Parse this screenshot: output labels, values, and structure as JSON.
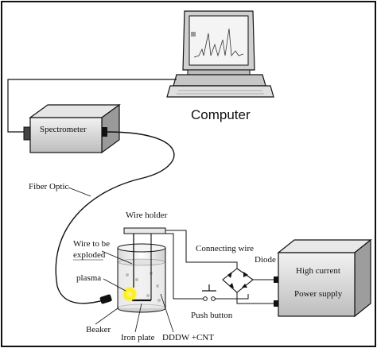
{
  "labels": {
    "computer": "Computer",
    "spectrometer": "Spectrometer",
    "fiber_optic": "Fiber Optic",
    "wire_holder": "Wire holder",
    "wire_to_be_exploded_line1": "Wire to be",
    "wire_to_be_exploded_line2": "exploded",
    "plasma": "plasma",
    "connecting_wire": "Connecting wire",
    "diode": "Diode",
    "high_current": "High current",
    "power_supply": "Power supply",
    "push_button": "Push button",
    "beaker": "Beaker",
    "iron_plate": "Iron plate",
    "liquid": "DDDW +CNT"
  },
  "colors": {
    "line": "#111111",
    "box_fill": "#dcdcdc",
    "plasma": "#ffee00",
    "liquid": "#eeeeee"
  }
}
